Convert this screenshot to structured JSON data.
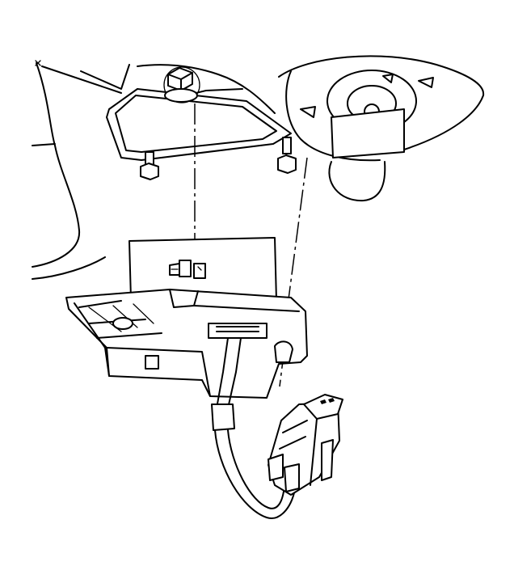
{
  "diagram": {
    "kind": "exploded-view line drawing",
    "parts": [
      "heater-core-housing",
      "blower-motor-housing",
      "mounting-plate",
      "mounting-bolt",
      "stud",
      "blower-motor-resistor",
      "resistor-mounting-bracket",
      "wiring-harness",
      "electrical-connector"
    ],
    "colors": {
      "line": "#000000",
      "background": "#ffffff"
    }
  }
}
